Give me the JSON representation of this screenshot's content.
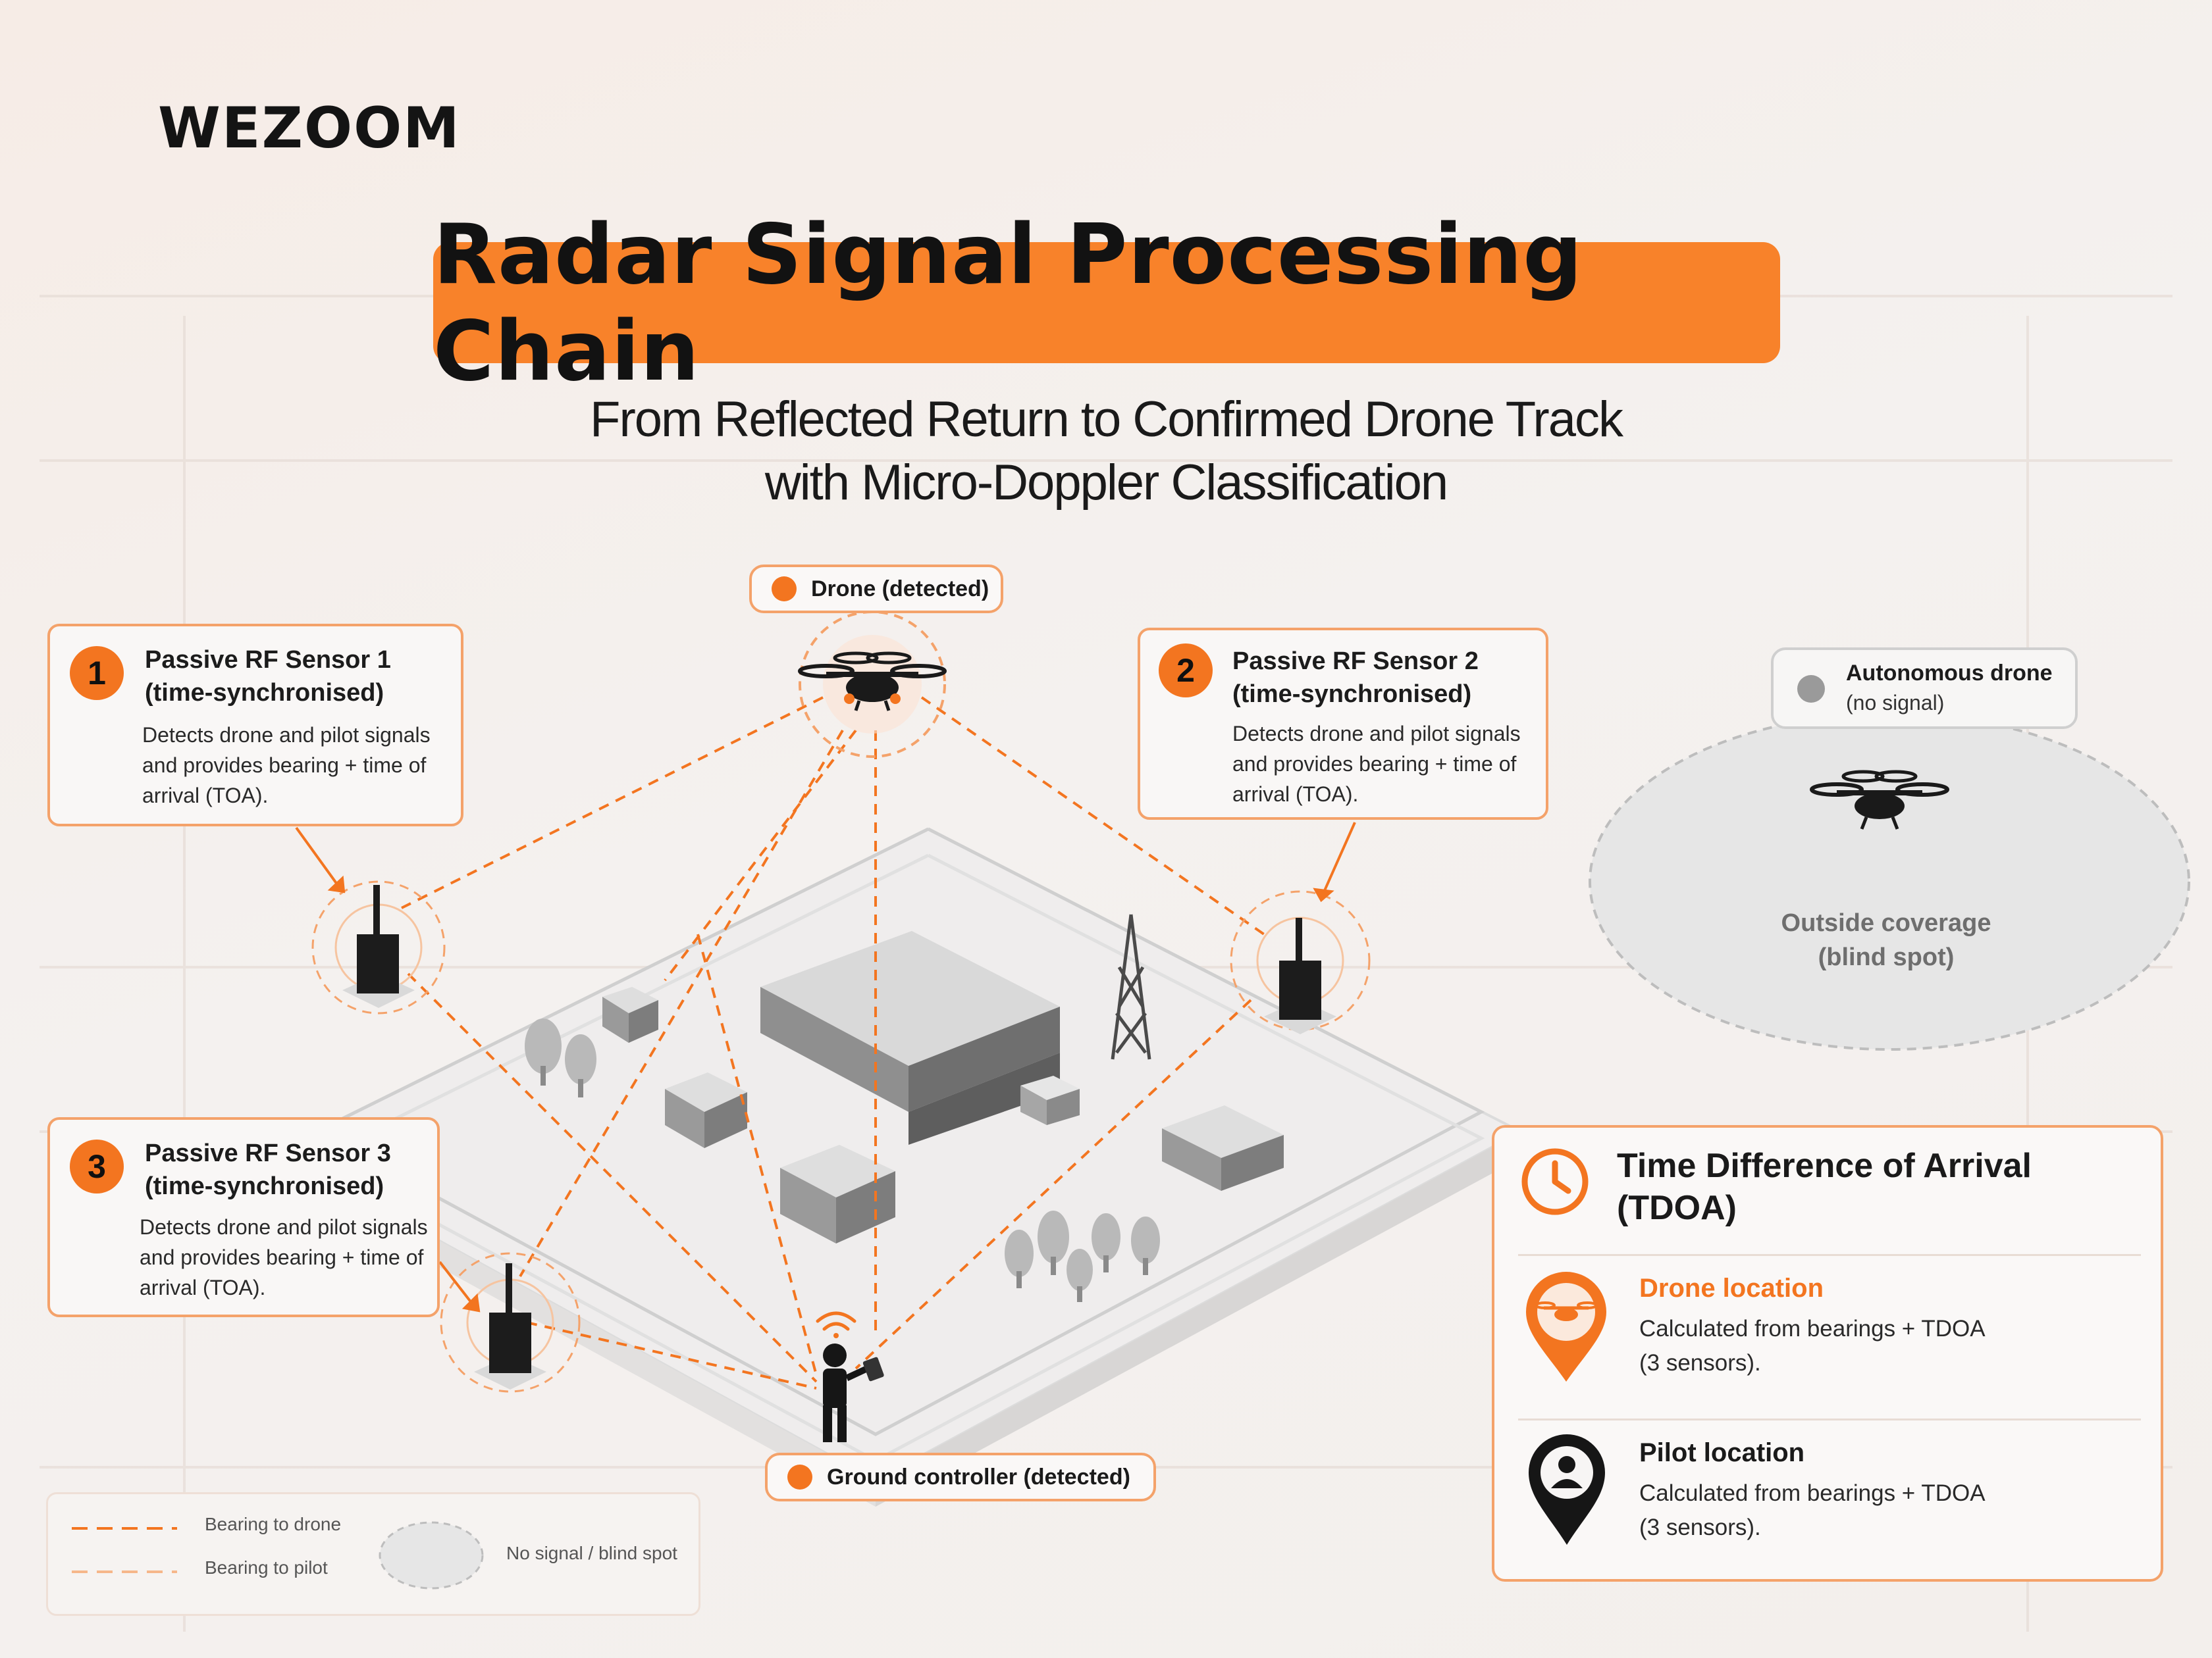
{
  "brand": {
    "logo": "WEZOOM"
  },
  "title": "Radar Signal Processing Chain",
  "subtitle": {
    "line1": "From Reflected Return to Confirmed Drone Track",
    "line2": "with Micro-Doppler Classification"
  },
  "labels": {
    "drone_detected": "Drone (detected)",
    "ground_controller": "Ground controller (detected)",
    "outside_coverage_1": "Outside coverage",
    "outside_coverage_2": "(blind spot)"
  },
  "sensors": [
    {
      "number": "1",
      "title_1": "Passive RF Sensor 1",
      "title_2": "(time-synchronised)",
      "desc_1": "Detects drone and pilot signals",
      "desc_2": "and provides bearing + time of",
      "desc_3": "arrival (TOA)."
    },
    {
      "number": "2",
      "title_1": "Passive RF Sensor 2",
      "title_2": "(time-synchronised)",
      "desc_1": "Detects drone and pilot signals",
      "desc_2": "and provides bearing + time of",
      "desc_3": "arrival (TOA)."
    },
    {
      "number": "3",
      "title_1": "Passive RF Sensor 3",
      "title_2": "(time-synchronised)",
      "desc_1": "Detects drone and pilot signals",
      "desc_2": "and provides bearing + time of",
      "desc_3": "arrival (TOA)."
    }
  ],
  "autonomous": {
    "title": "Autonomous drone",
    "status": "(no signal)"
  },
  "tdoa": {
    "title_1": "Time Difference of Arrival",
    "title_2": "(TDOA)",
    "drone": {
      "title": "Drone location",
      "desc_1": "Calculated from bearings + TDOA",
      "desc_2": "(3 sensors)."
    },
    "pilot": {
      "title": "Pilot location",
      "desc_1": "Calculated from bearings + TDOA",
      "desc_2": "(3 sensors)."
    }
  },
  "legend": {
    "bearing_drone": "Bearing to drone",
    "bearing_pilot": "Bearing to pilot",
    "no_signal": "No signal / blind spot"
  },
  "colors": {
    "accent": "#f37520",
    "accent_light": "#f4a26a",
    "text": "#1a1a1a",
    "grey": "#cfcfcf"
  },
  "icons": [
    "drone-icon",
    "sensor-tower-icon",
    "person-tablet-icon",
    "wifi-icon",
    "clock-icon",
    "drone-pin-icon",
    "pilot-pin-icon",
    "radio-tower-icon"
  ]
}
